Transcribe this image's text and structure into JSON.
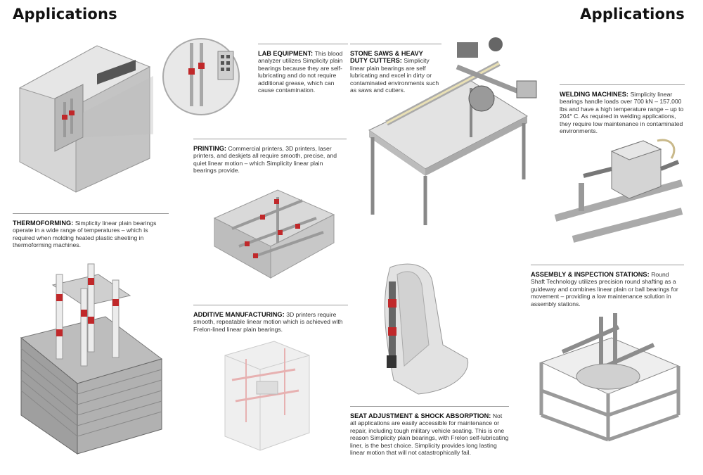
{
  "page": {
    "title_left": "Applications",
    "title_right": "Applications"
  },
  "sections": {
    "lab_equipment": {
      "label": "LAB EQUIPMENT:",
      "text": "This blood analyzer utilizes Simplicity plain bearings because they are self-lubricating and do not require additional grease, which can cause contamination."
    },
    "stone_saws": {
      "label": "STONE SAWS & HEAVY DUTY CUTTERS:",
      "text": "Simplicity linear plain bearings are self lubricating and excel in dirty or contaminated environments such as saws and cutters."
    },
    "welding": {
      "label": "WELDING MACHINES:",
      "text": "Simplicity linear bearings handle loads over 700 kN – 157,000 lbs and have a high temperature range – up to 204° C. As required in welding applications, they require low maintenance in contaminated environments."
    },
    "printing": {
      "label": "PRINTING:",
      "text": "Commercial printers, 3D printers, laser printers, and deskjets all require smooth, precise, and quiet linear motion – which Simplicity linear plain bearings provide."
    },
    "thermoforming": {
      "label": "THERMOFORMING:",
      "text": "Simplicity linear plain bearings operate in a wide range of temperatures – which is required when molding heated plastic sheeting in thermoforming machines."
    },
    "assembly": {
      "label": "ASSEMBLY & INSPECTION STATIONS:",
      "text": "Round Shaft Technology utilizes precision round shafting as a guideway and combines linear plain or ball bearings for movement – providing a low maintenance solution in assembly stations."
    },
    "additive": {
      "label": "ADDITIVE MANUFACTURING:",
      "text": "3D printers require smooth, repeatable linear motion which is achieved with Frelon-lined linear plain bearings."
    },
    "seat": {
      "label": "SEAT ADJUSTMENT & SHOCK ABSORPTION:",
      "text": "Not all applications are easily accessible for maintenance or repair, including tough military vehicle seating. This is one reason Simplicity plain bearings, with Frelon self-lubricating liner, is the best choice. Simplicity provides long lasting linear motion that will not catastrophically fail."
    }
  },
  "colors": {
    "machine_gray": "#c9c9c9",
    "bearing_red": "#c0282a",
    "rule_gray": "#9a9a9a"
  }
}
